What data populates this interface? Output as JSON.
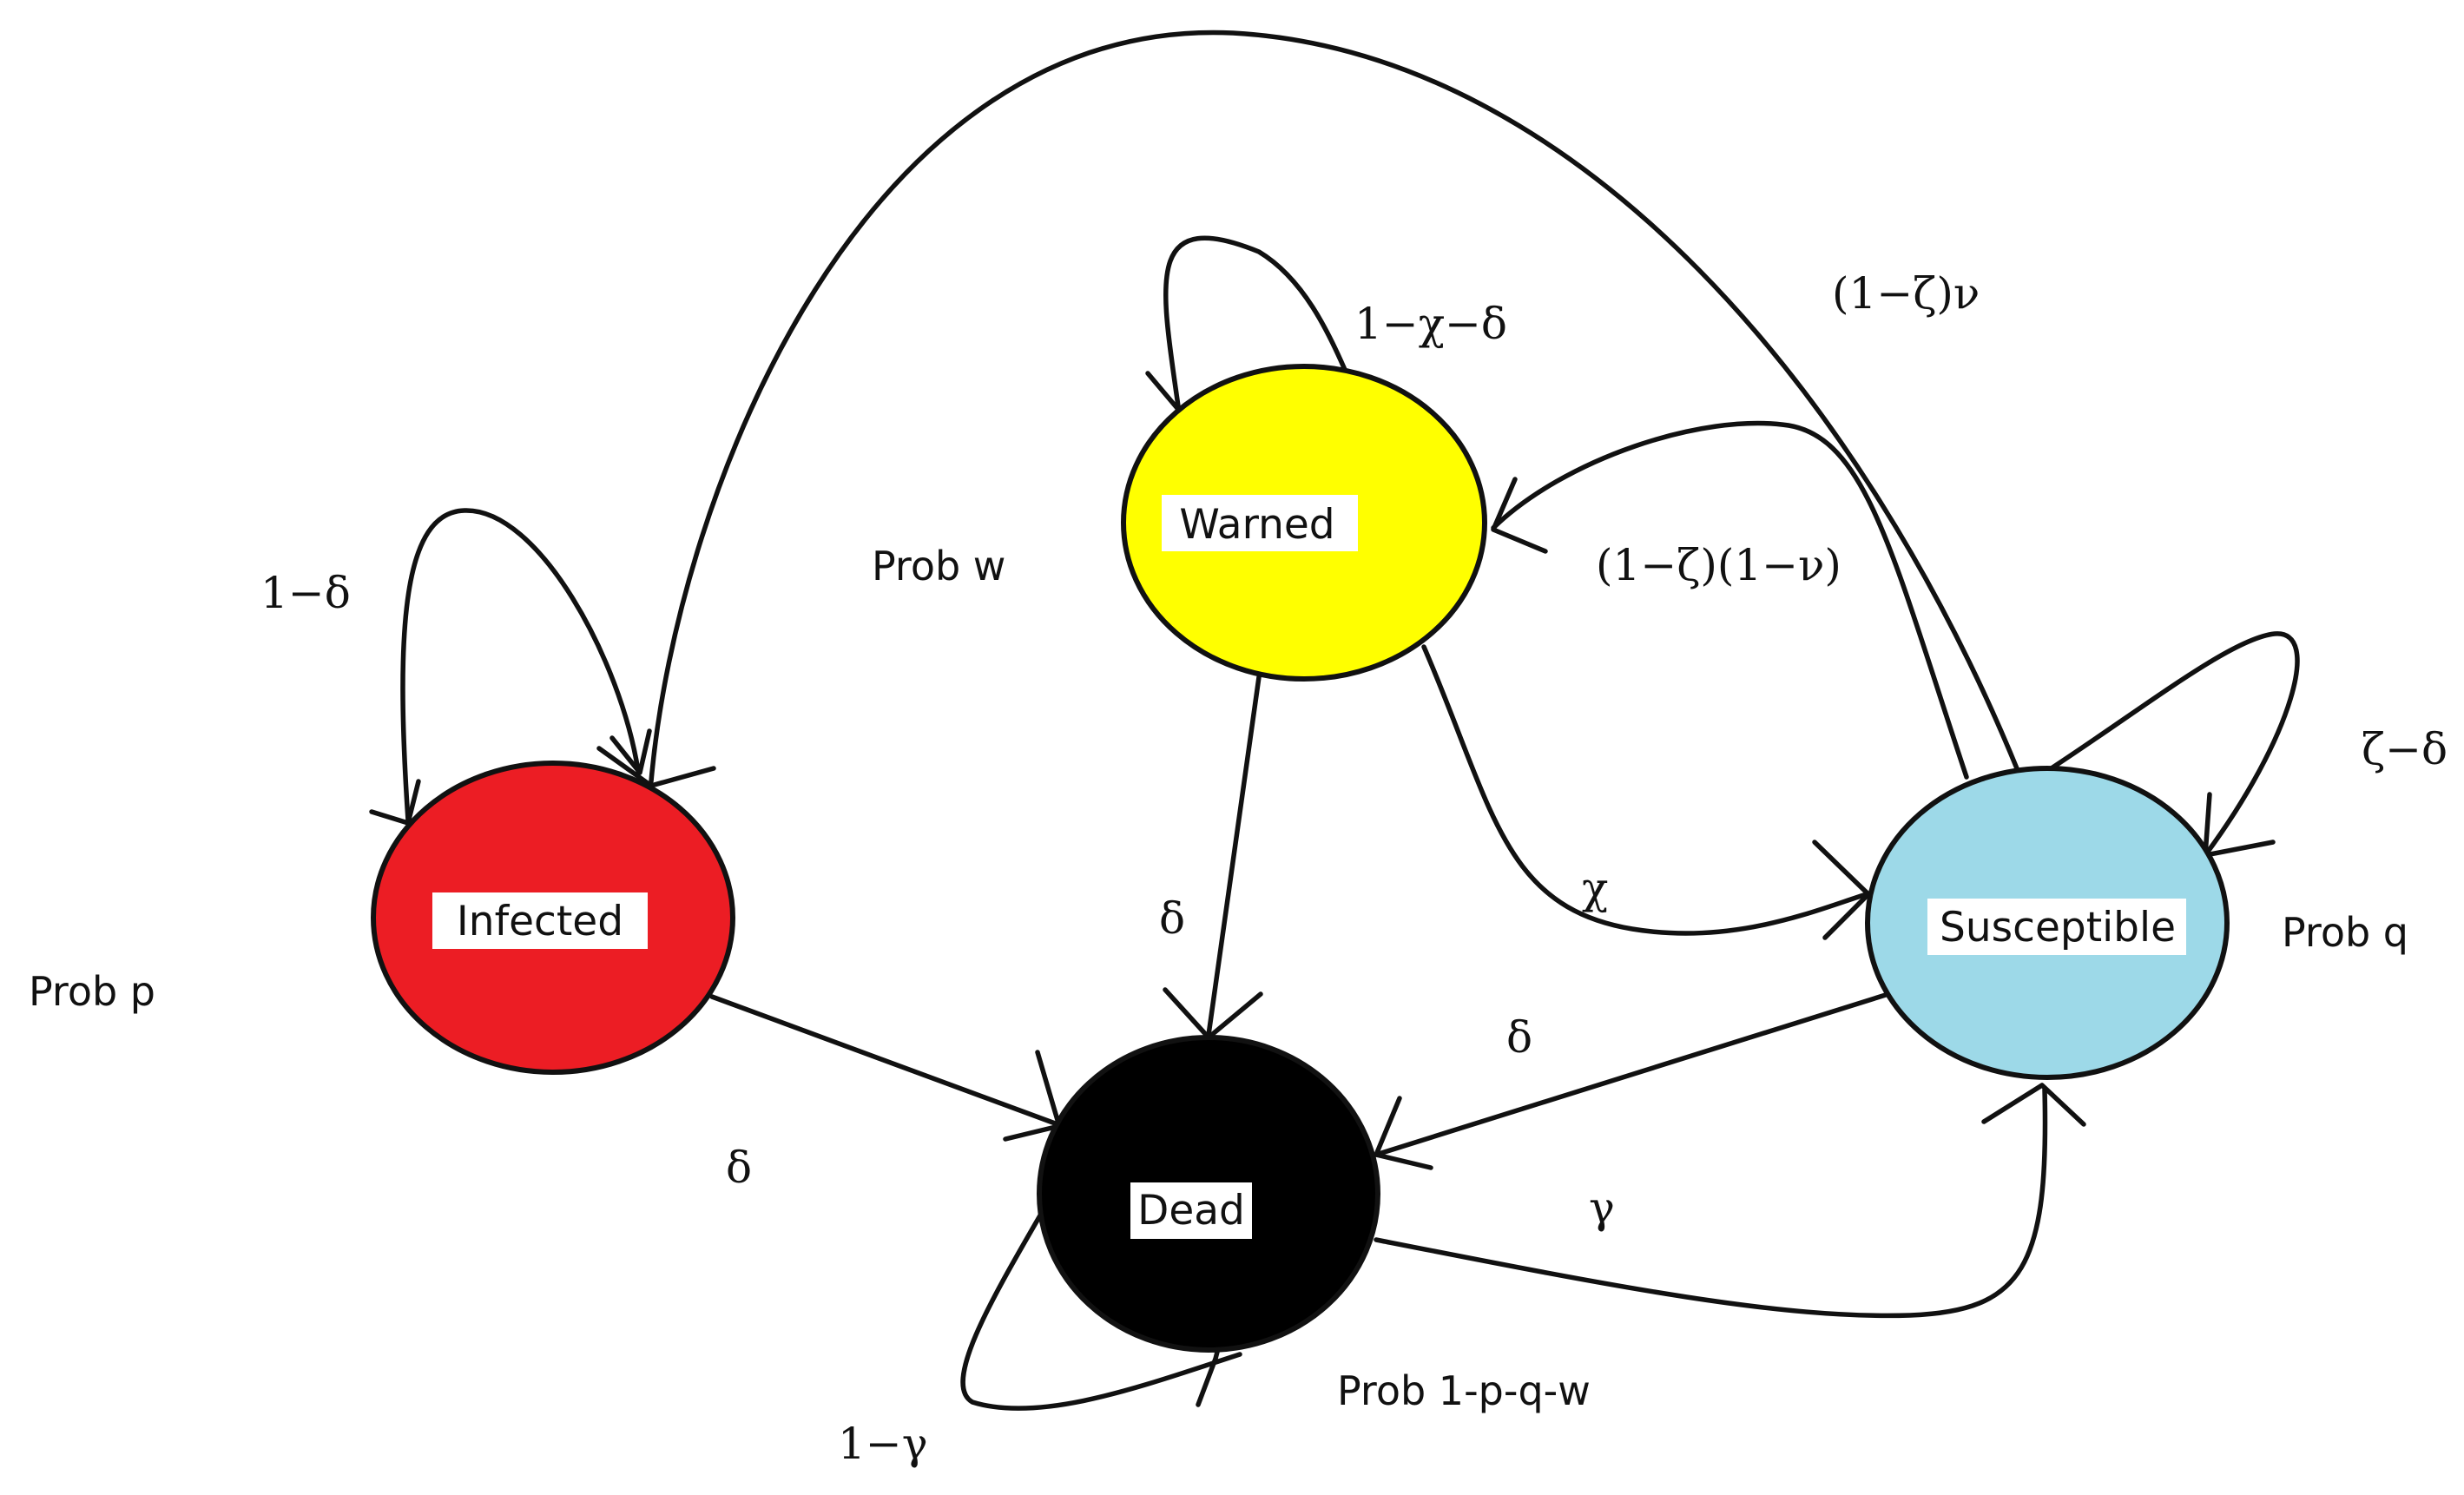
{
  "nodes": {
    "warned": {
      "label": "Warned",
      "color": "#ffff00"
    },
    "infected": {
      "label": "Infected",
      "color": "#ec1d24"
    },
    "dead": {
      "label": "Dead",
      "color": "#000000"
    },
    "susceptible": {
      "label": "Susceptible",
      "color": "#9dd9e8"
    }
  },
  "edges": {
    "warned_self": "1−χ−δ",
    "infected_self": "1−δ",
    "susceptible_self": "ζ−δ",
    "dead_self": "1−γ",
    "susceptible_to_infected": "(1−ζ)ν",
    "susceptible_to_warned": "(1−ζ)(1−ν)",
    "warned_to_dead": "δ",
    "warned_to_susceptible": "χ",
    "susceptible_to_dead": "δ",
    "infected_to_dead": "δ",
    "dead_to_susceptible": "γ"
  },
  "probabilities": {
    "warned": "Prob w",
    "infected": "Prob p",
    "susceptible": "Prob q",
    "dead": "Prob 1-p-q-w"
  }
}
